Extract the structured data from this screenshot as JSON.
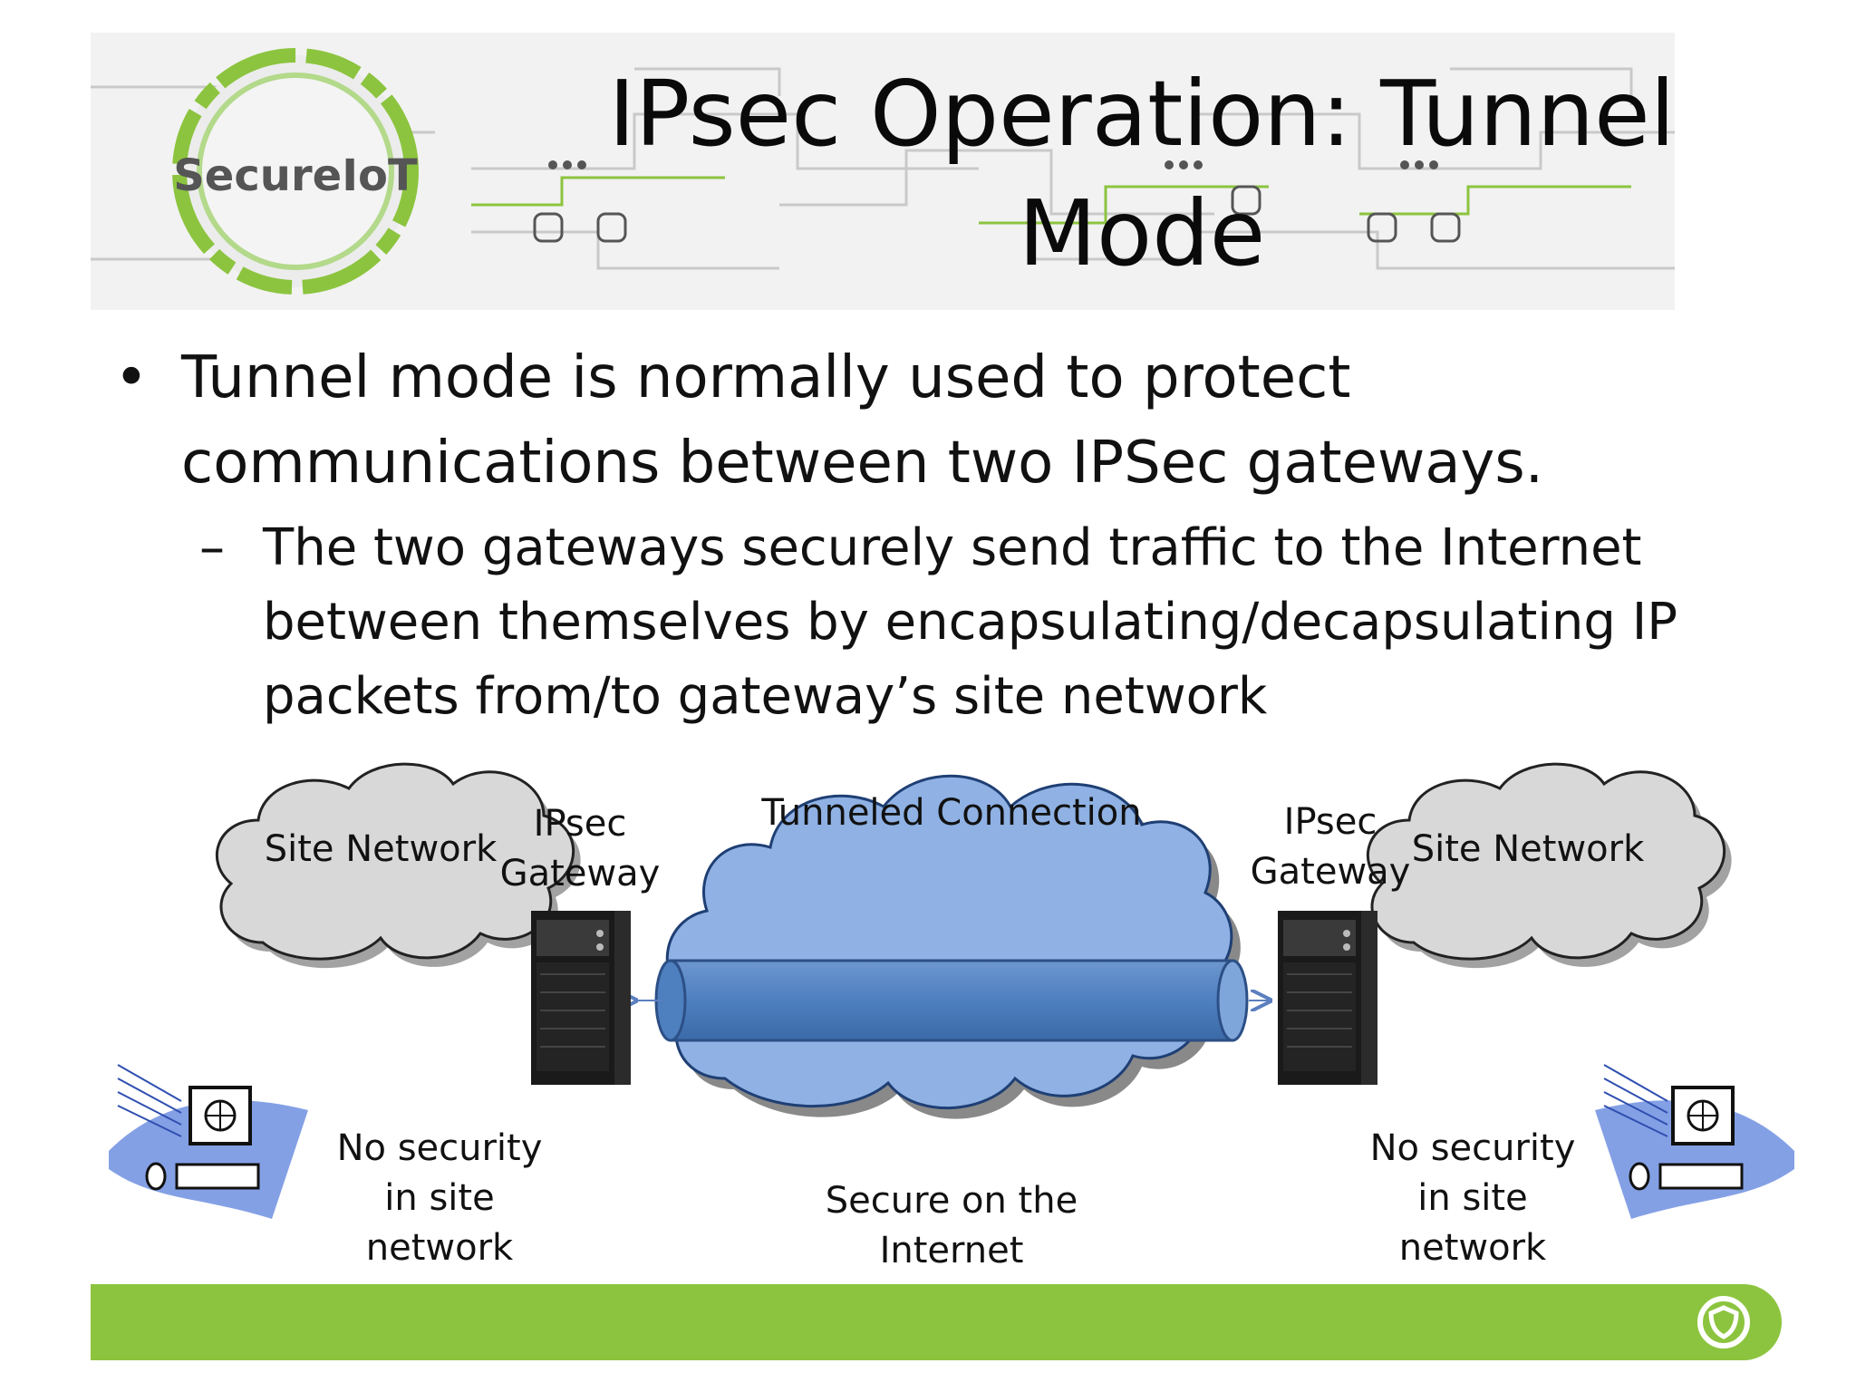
{
  "header": {
    "logo_text": "SecureIoT",
    "title": "IPsec Operation: Tunnel Mode"
  },
  "bullets": {
    "main": "Tunnel mode is normally used to protect communications between two IPSec gateways.",
    "sub": "The two gateways securely send traffic to the Internet between themselves by encapsulating/decapsulating IP packets from/to gateway’s site network"
  },
  "diagram": {
    "left_site_label": "Site Network",
    "left_gateway_label": "IPsec\nGateway",
    "tunnel_label": "Tunneled Connection",
    "right_gateway_label": "IPsec\nGateway",
    "right_site_label": "Site Network",
    "left_no_security": "No security\nin site\nnetwork",
    "internet_label": "Secure on the\nInternet",
    "right_no_security": "No security\nin site\nnetwork"
  },
  "colors": {
    "brand_green": "#8cc43f",
    "cloud_gray": "#d8d8d8",
    "cloud_blue": "#8fb1e3",
    "tunnel_blue": "#4e7fbf",
    "workstation_wave": "#6f8fe0"
  }
}
